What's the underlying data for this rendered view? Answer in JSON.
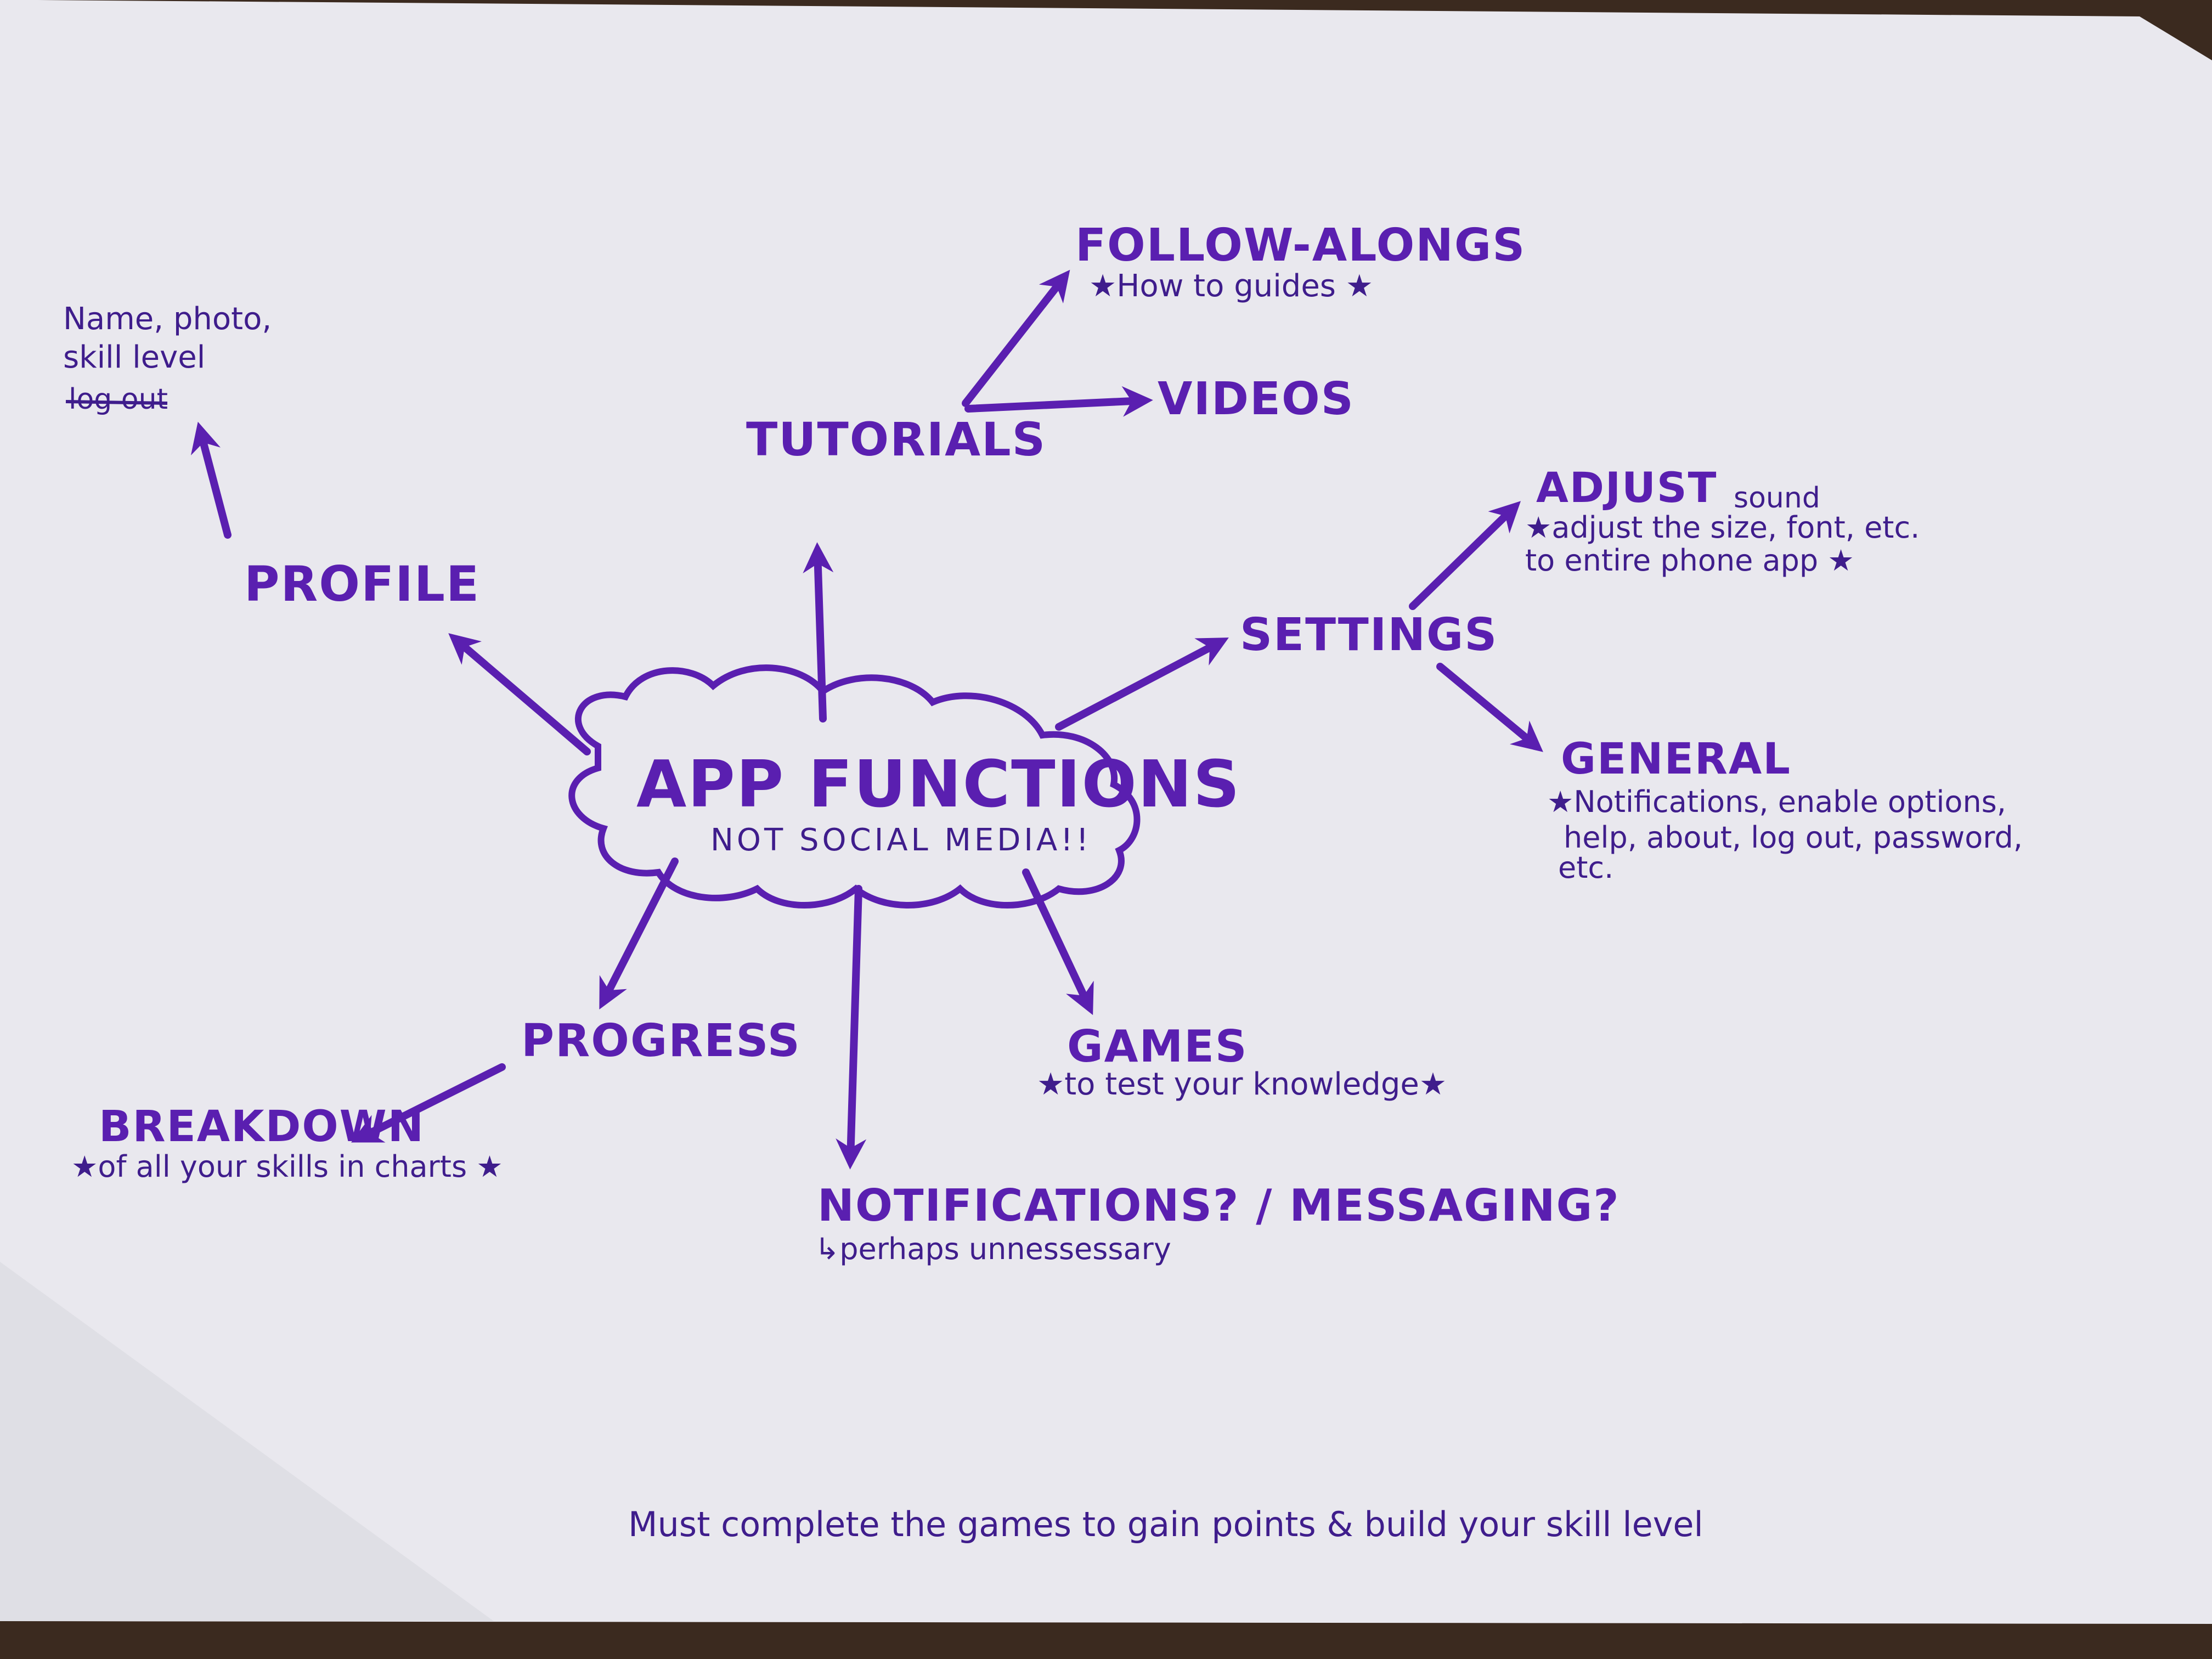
{
  "colors": {
    "ink": "#5a1fb0",
    "note_ink": "#3f1d8c",
    "paper": "#e9e8ee",
    "table": "#3b2a1f"
  },
  "center": {
    "title": "APP FUNCTIONS",
    "subtitle": "NOT SOCIAL MEDIA!!"
  },
  "profile": {
    "label": "PROFILE",
    "note_line1": "Name, photo,",
    "note_line2": "skill level",
    "note_struck": "log out"
  },
  "tutorials": {
    "label": "TUTORIALS",
    "follow_alongs": "FOLLOW-ALONGS",
    "follow_note": "★How to guides ★",
    "videos": "VIDEOS"
  },
  "settings": {
    "label": "SETTINGS",
    "adjust": "ADJUST",
    "adjust_sound": "sound",
    "adjust_line1": "★adjust the size, font, etc.",
    "adjust_line2": "to entire phone app ★",
    "general": "GENERAL",
    "general_line1": "★Notifications, enable options,",
    "general_line2": "help, about, log out, password,",
    "general_line3": "etc."
  },
  "progress": {
    "label": "PROGRESS",
    "breakdown": "BREAKDOWN",
    "breakdown_note": "★of all your skills in charts ★"
  },
  "games": {
    "label": "GAMES",
    "note": "★to test your knowledge★"
  },
  "notifications": {
    "label": "NOTIFICATIONS? / MESSAGING?",
    "note": "↳perhaps unnessessary"
  },
  "footer": {
    "note": "Must complete the games to gain points & build your skill level"
  }
}
